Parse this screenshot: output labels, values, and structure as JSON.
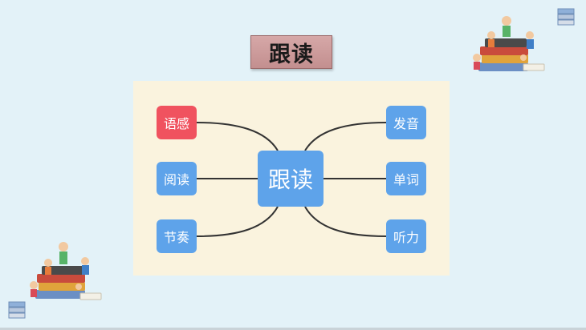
{
  "slide": {
    "title": "跟读"
  },
  "diagram": {
    "center": "跟读",
    "left_nodes": [
      "语感",
      "阅读",
      "节奏"
    ],
    "right_nodes": [
      "发音",
      "单词",
      "听力"
    ],
    "highlight_node": "语感",
    "colors": {
      "node": "#5ea3ea",
      "highlight": "#f0525f",
      "panel": "#faf3de",
      "connector": "#333333"
    }
  },
  "decorations": [
    "kids-on-books-illustration",
    "book-stack-icon"
  ]
}
